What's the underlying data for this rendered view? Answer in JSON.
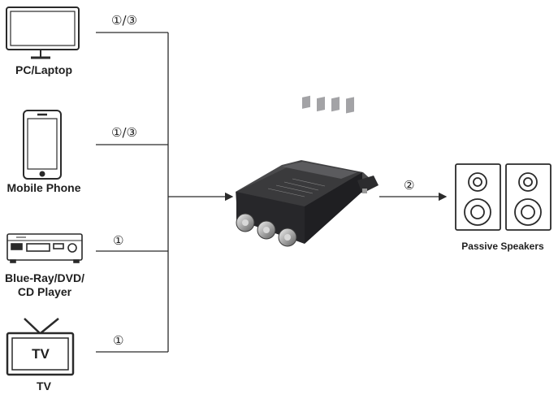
{
  "devices": [
    {
      "name": "PC/Laptop",
      "icon": "monitor-icon",
      "connection": "①/③"
    },
    {
      "name": "Mobile Phone",
      "icon": "phone-icon",
      "connection": "①/③"
    },
    {
      "name": "Blue-Ray/DVD/ CD Player",
      "name_line1": "Blue-Ray/DVD/",
      "name_line2": "CD Player",
      "icon": "disc-player-icon",
      "connection": "①"
    },
    {
      "name": "TV",
      "icon": "tv-icon",
      "icon_text": "TV",
      "connection": "①"
    }
  ],
  "amplifier": {
    "icon": "amplifier-board-icon"
  },
  "output": {
    "connection": "②",
    "name": "Passive Speakers",
    "icon": "speaker-icon"
  },
  "colors": {
    "line": "#2b2b2b",
    "board": "#2f2f31",
    "icon_stroke": "#2a2a2a"
  }
}
